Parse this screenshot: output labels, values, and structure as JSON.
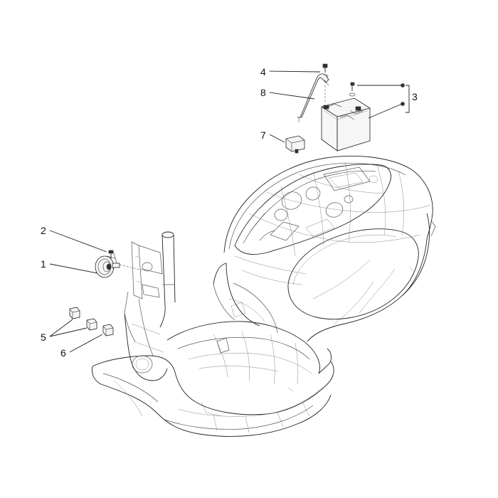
{
  "callouts": [
    {
      "id": "c1",
      "label": "1"
    },
    {
      "id": "c2",
      "label": "2"
    },
    {
      "id": "c3",
      "label": "3"
    },
    {
      "id": "c4",
      "label": "4"
    },
    {
      "id": "c5",
      "label": "5"
    },
    {
      "id": "c6",
      "label": "6"
    },
    {
      "id": "c7",
      "label": "7"
    },
    {
      "id": "c8",
      "label": "8"
    }
  ],
  "parts": [
    {
      "callout": "1",
      "name": "horn-icon"
    },
    {
      "callout": "2",
      "name": "horn-screw-icon"
    },
    {
      "callout": "3",
      "name": "battery-icon"
    },
    {
      "callout": "4",
      "name": "battery-clamp-screw-icon"
    },
    {
      "callout": "5",
      "name": "relay-icon"
    },
    {
      "callout": "6",
      "name": "relay-icon"
    },
    {
      "callout": "7",
      "name": "regulator-icon"
    },
    {
      "callout": "8",
      "name": "battery-strap-icon"
    }
  ],
  "colors": {
    "line": "#222222",
    "background": "#ffffff"
  }
}
